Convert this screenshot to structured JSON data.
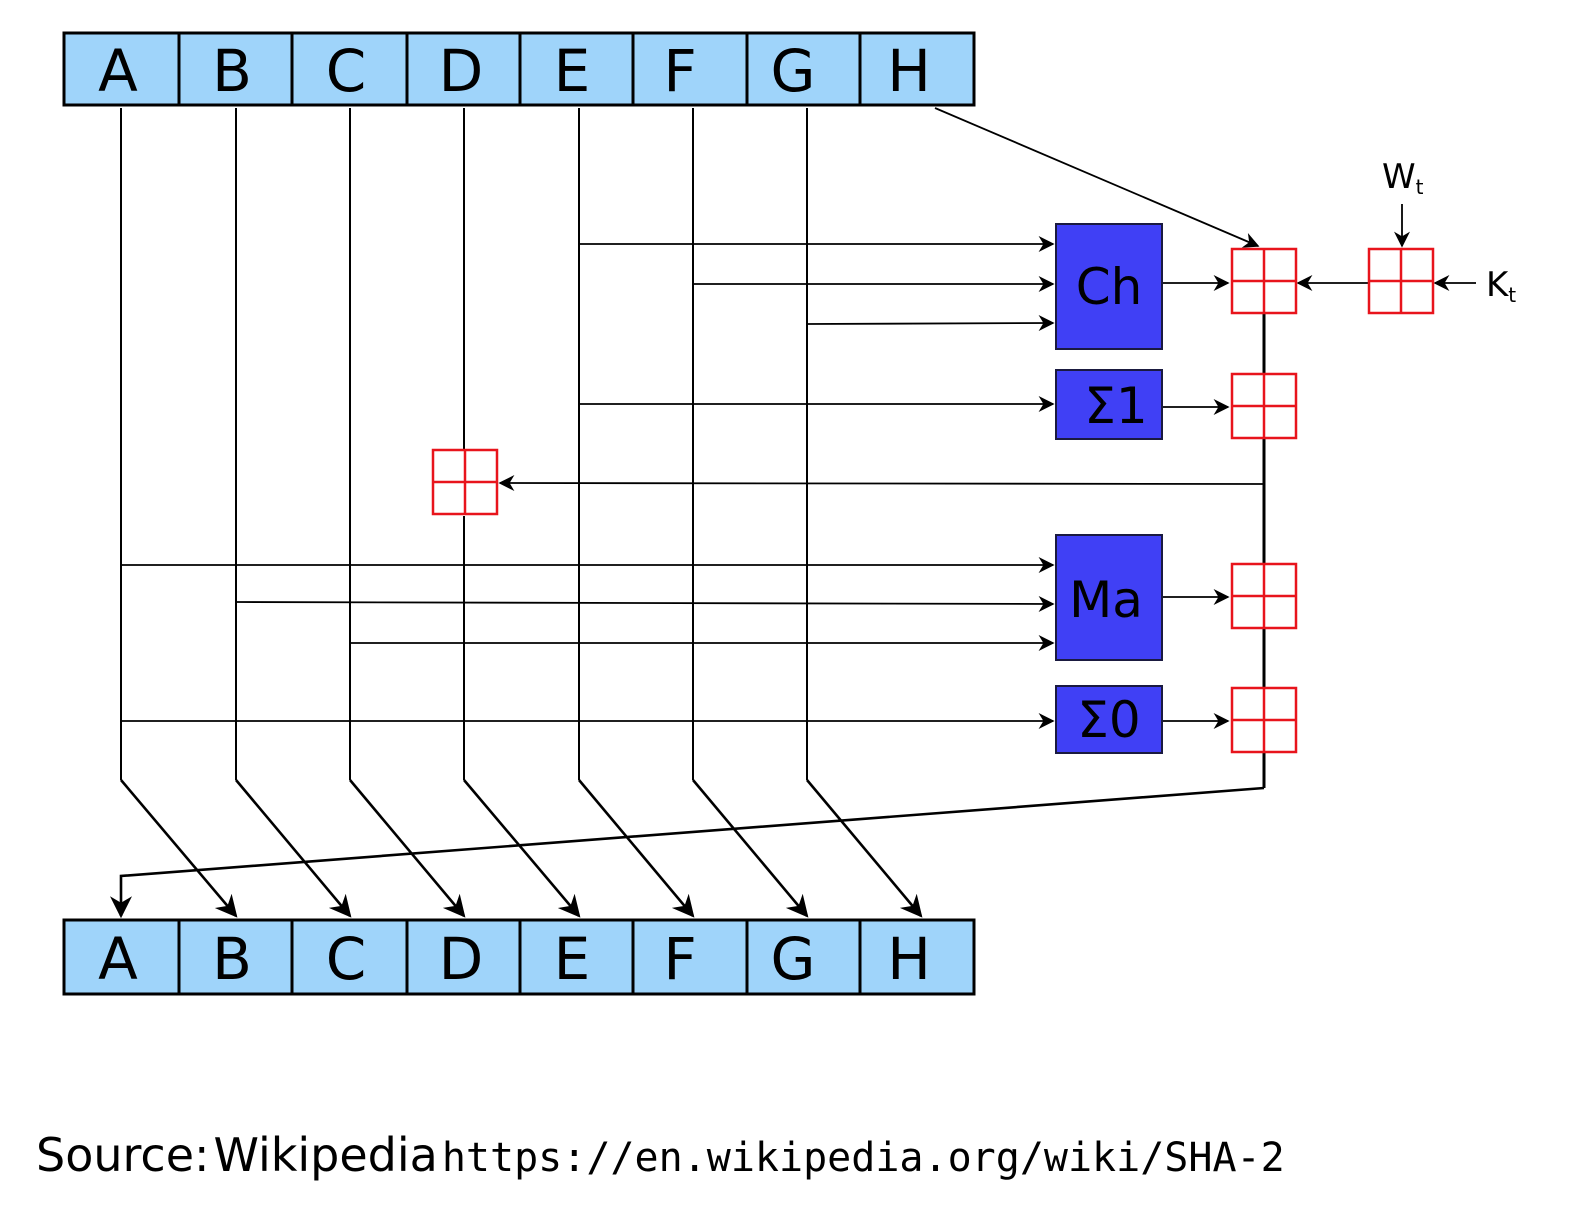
{
  "registers_top": [
    "A",
    "B",
    "C",
    "D",
    "E",
    "F",
    "G",
    "H"
  ],
  "registers_bottom": [
    "A",
    "B",
    "C",
    "D",
    "E",
    "F",
    "G",
    "H"
  ],
  "functions": {
    "ch": "Ch",
    "sigma1": "Σ1",
    "ma": "Ma",
    "sigma0": "Σ0"
  },
  "inputs": {
    "w": {
      "base": "W",
      "sub": "t"
    },
    "k": {
      "base": "K",
      "sub": "t"
    }
  },
  "colors": {
    "register_fill": "#9fd4fa",
    "function_fill": "#4040f5",
    "adder_stroke": "#e8141c",
    "line": "#000000"
  },
  "caption": {
    "label": "Source:",
    "source_name": "Wikipedia",
    "url": "https://en.wikipedia.org/wiki/SHA-2"
  }
}
